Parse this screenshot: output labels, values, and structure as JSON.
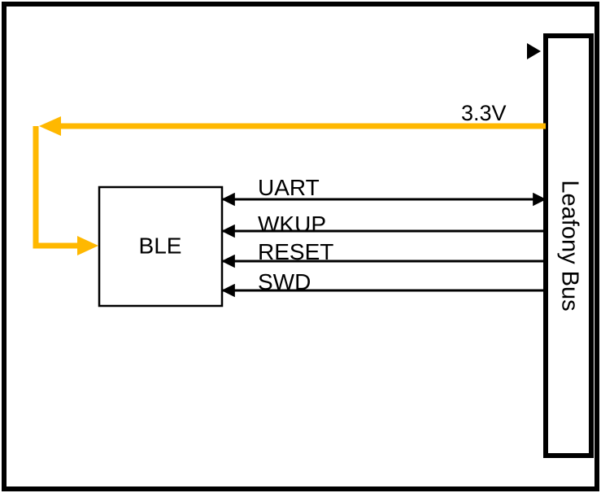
{
  "diagram": {
    "block_label": "BLE",
    "bus_label": "Leafony Bus",
    "power": {
      "label": "3.3V",
      "color": "#FFB800"
    },
    "signals": [
      {
        "id": "uart",
        "label": "UART",
        "direction": "bidirectional"
      },
      {
        "id": "wkup",
        "label": "WKUP",
        "direction": "to-block"
      },
      {
        "id": "reset",
        "label": "RESET",
        "direction": "to-block"
      },
      {
        "id": "swd",
        "label": "SWD",
        "direction": "to-block"
      }
    ],
    "line_color": "#000000"
  }
}
